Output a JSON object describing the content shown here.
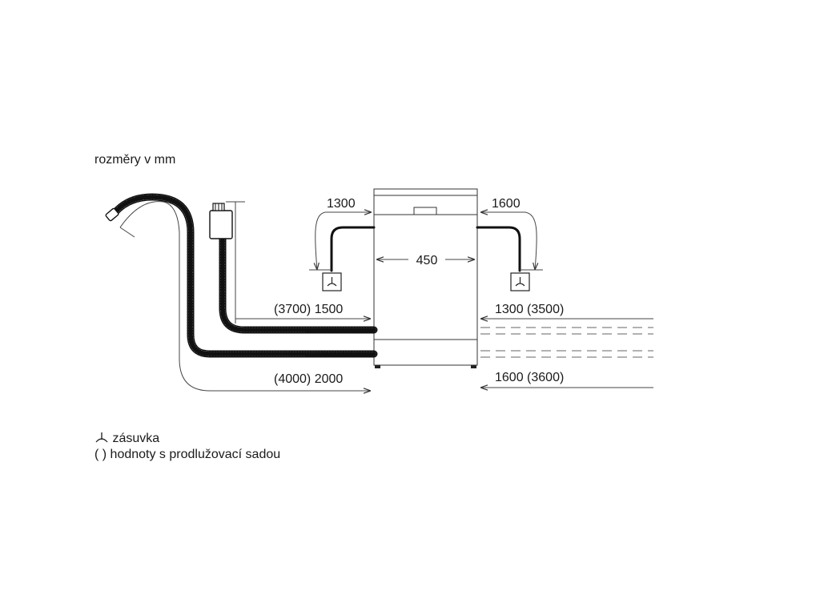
{
  "header": {
    "units_note": "rozměry v mm"
  },
  "dimensions": {
    "width_label": "450",
    "left_cord_label": "1300",
    "right_cord_label": "1600",
    "left_upper_hose_label": "(3700) 1500",
    "left_lower_hose_label": "(4000) 2000",
    "right_upper_label": "1300 (3500)",
    "right_lower_label": "1600 (3600)"
  },
  "legend": {
    "socket_label": "zásuvka",
    "extension_label": "( ) hodnoty s prodlužovací sadou"
  },
  "colors": {
    "ink": "#1a1a1a",
    "line": "#333333",
    "hose_fill": "#ffffff"
  }
}
